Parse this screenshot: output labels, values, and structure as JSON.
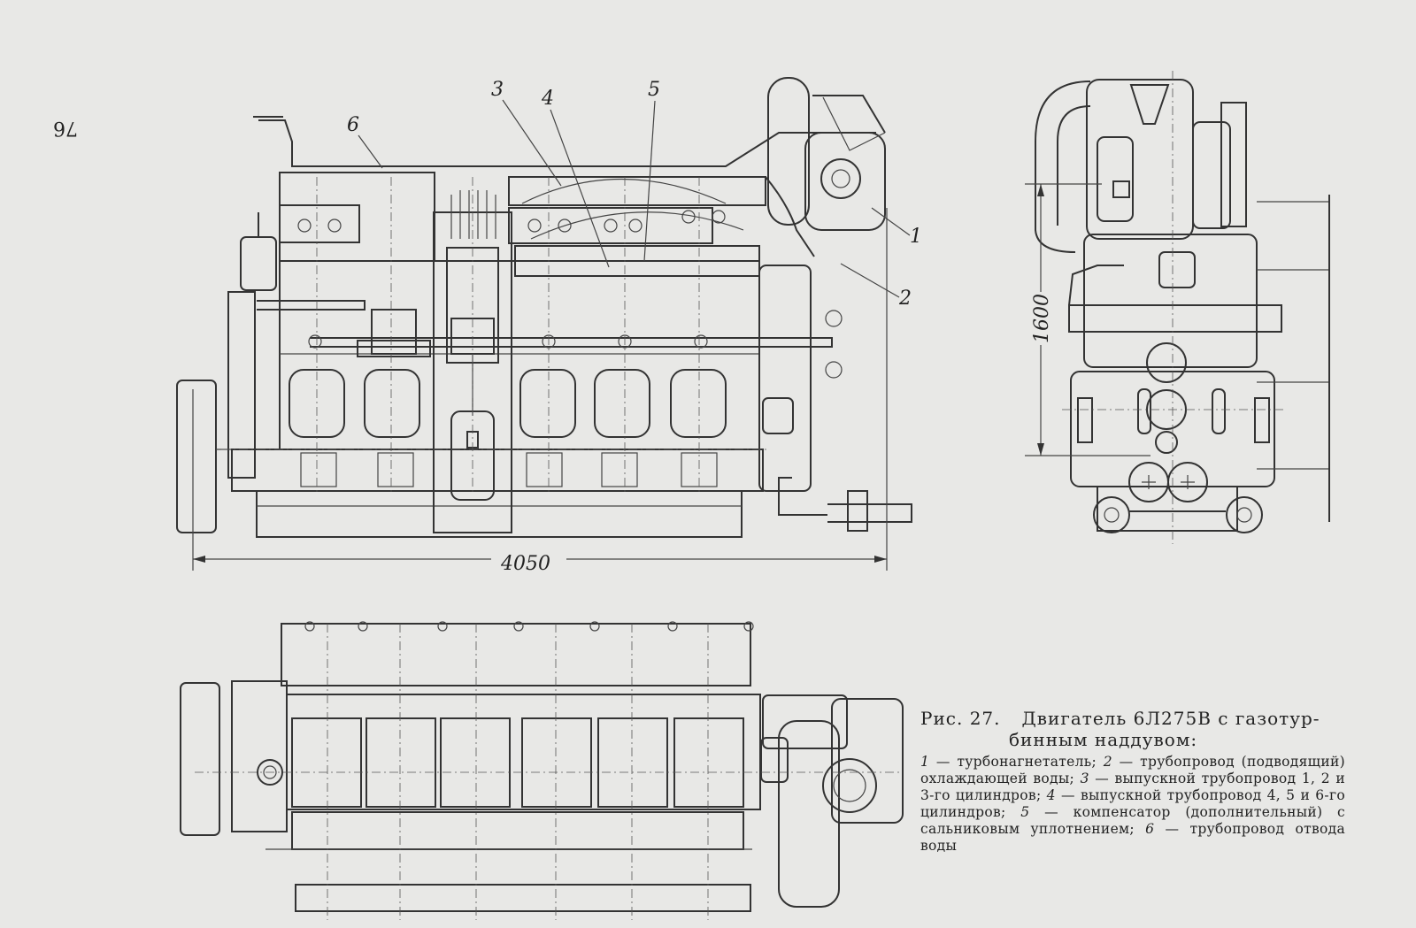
{
  "page": {
    "number": "76"
  },
  "figure": {
    "label": "Рис. 27.",
    "title_line1": "Двигатель 6Л275В с газотур-",
    "title_line2": "бинным наддувом:"
  },
  "legend": [
    {
      "num": "1",
      "text": "турбонагнетатель;"
    },
    {
      "num": "2",
      "text": "трубопровод (подводящий) охлаждающей воды;"
    },
    {
      "num": "3",
      "text": "выпускной трубопровод 1, 2 и 3-го цилиндров;"
    },
    {
      "num": "4",
      "text": "выпускной трубопровод 4, 5 и 6-го цилиндров;"
    },
    {
      "num": "5",
      "text": "компенсатор (дополнительный) с сальниковым уплотнением;"
    },
    {
      "num": "6",
      "text": "трубопровод отвода воды"
    }
  ],
  "callouts": {
    "c1": "1",
    "c2": "2",
    "c3": "3",
    "c4": "4",
    "c5": "5",
    "c6": "6"
  },
  "dimensions": {
    "length": "4050",
    "height": "1600"
  }
}
